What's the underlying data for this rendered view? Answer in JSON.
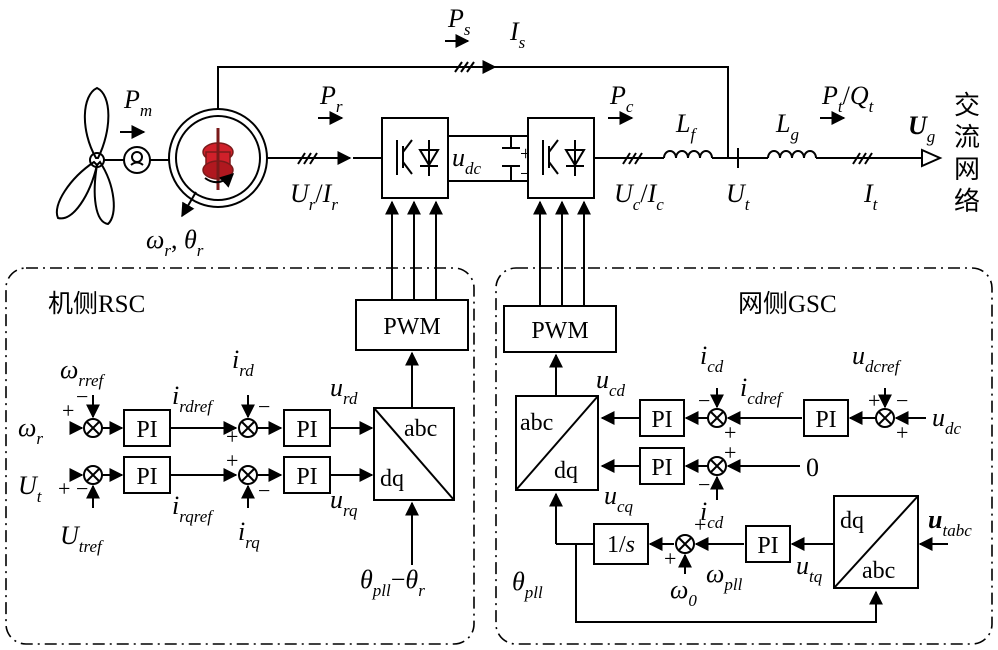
{
  "top": {
    "pm": "P",
    "pm_sub": "m",
    "ps": "P",
    "ps_sub": "s",
    "is": "I",
    "is_sub": "s",
    "pr": "P",
    "pr_sub": "r",
    "pc": "P",
    "pc_sub": "c",
    "lf": "L",
    "lf_sub": "f",
    "lg": "L",
    "lg_sub": "g",
    "pt_qt": "P",
    "pt_sub": "t",
    "slash": "/",
    "qt": "Q",
    "qt_sub": "t",
    "ug": "U",
    "ug_sub": "g",
    "grid_label": [
      "交",
      "流",
      "网",
      "络"
    ],
    "omega_theta_r": {
      "w": "ω",
      "w_sub": "r",
      "comma": ", ",
      "t": "θ",
      "t_sub": "r"
    },
    "ur_ir": {
      "u": "U",
      "u_sub": "r",
      "slash": "/",
      "i": "I",
      "i_sub": "r"
    },
    "udc": {
      "u": "u",
      "u_sub": "dc"
    },
    "uc_ic": {
      "u": "U",
      "u_sub": "c",
      "slash": "/",
      "i": "I",
      "i_sub": "c"
    },
    "ut": {
      "u": "U",
      "u_sub": "t"
    },
    "it": {
      "i": "I",
      "i_sub": "t"
    }
  },
  "rsc": {
    "title": "机侧RSC",
    "pwm": "PWM",
    "pi1": "PI",
    "pi2": "PI",
    "pi3": "PI",
    "pi4": "PI",
    "conv_top": "abc",
    "conv_bottom": "dq",
    "omega_rref": {
      "s": "ω",
      "sub": "rref"
    },
    "omega_r": {
      "s": "ω",
      "sub": "r"
    },
    "ut": {
      "s": "U",
      "sub": "t"
    },
    "utref": {
      "s": "U",
      "sub": "tref"
    },
    "ird": {
      "s": "i",
      "sub": "rd"
    },
    "irdref": {
      "s": "i",
      "sub": "rdref"
    },
    "irqref": {
      "s": "i",
      "sub": "rqref"
    },
    "irq": {
      "s": "i",
      "sub": "rq"
    },
    "urd": {
      "s": "u",
      "sub": "rd"
    },
    "urq": {
      "s": "u",
      "sub": "rq"
    },
    "theta_diff": {
      "a": "θ",
      "a_sub": "pll",
      "minus": "−",
      "b": "θ",
      "b_sub": "r"
    }
  },
  "gsc": {
    "title": "网侧GSC",
    "pwm": "PWM",
    "pi_a": "PI",
    "pi_b": "PI",
    "pi_c": "PI",
    "pi_d": "PI",
    "inv_s": "1/",
    "inv_s_var": "s",
    "conv1_top": "abc",
    "conv1_bottom": "dq",
    "conv2_top": "dq",
    "conv2_bottom": "abc",
    "ucd": {
      "s": "u",
      "sub": "cd"
    },
    "ucq": {
      "s": "u",
      "sub": "cq"
    },
    "icd_top": {
      "s": "i",
      "sub": "cd"
    },
    "icdref": {
      "s": "i",
      "sub": "cdref"
    },
    "icd_bot": {
      "s": "i",
      "sub": "cd"
    },
    "udcref": {
      "s": "u",
      "sub": "dcref"
    },
    "udc": {
      "s": "u",
      "sub": "dc"
    },
    "zero": "0",
    "utabc": {
      "s": "u",
      "sub": "tabc"
    },
    "utq": {
      "s": "u",
      "sub": "tq"
    },
    "omega_pll": {
      "s": "ω",
      "sub": "pll"
    },
    "omega0": {
      "s": "ω",
      "sub": "0"
    },
    "theta_pll": {
      "s": "θ",
      "sub": "pll"
    }
  }
}
